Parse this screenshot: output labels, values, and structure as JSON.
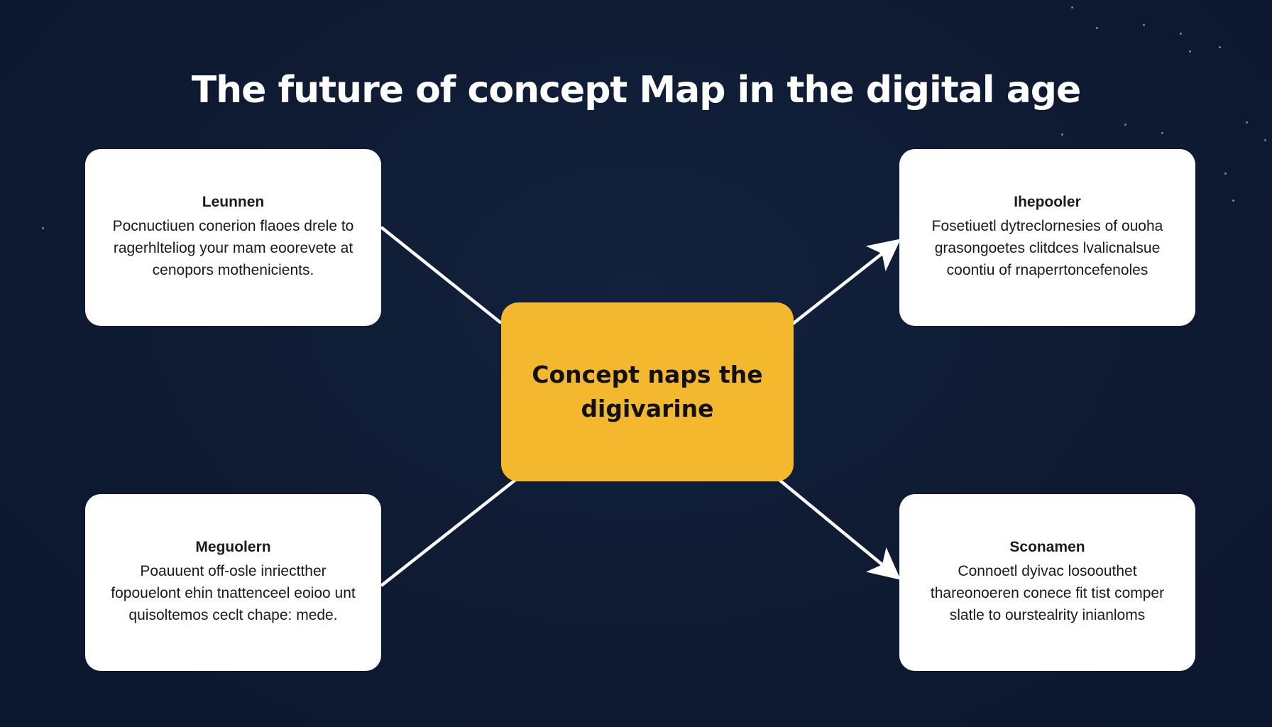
{
  "title": "The future of concept Map in the digital age",
  "center": {
    "label": "Concept naps the digivarine",
    "color": "#f4b82f"
  },
  "nodes": [
    {
      "id": "top-left",
      "title": "Leunnen",
      "body": "Pocnuctiuen conerion flaoes drele to ragerhlteliog your mam eoorevete at cenopors mothenicients."
    },
    {
      "id": "top-right",
      "title": "Ihepooler",
      "body": "Fosetiuetl dytreclornesies of ouoha grasongoetes clitdces lvalicnalsue coontiu of rnaperrtoncefenoles"
    },
    {
      "id": "bottom-left",
      "title": "Meguolern",
      "body": "Poauuent off-osle inriectther fopouelont ehin tnattenceel eoioo unt quisoltemos ceclt chape: mede."
    },
    {
      "id": "bottom-right",
      "title": "Sconamen",
      "body": "Connoetl dyivac losoouthet thareonoeren conece fit tist comper slatle to ourstealrity inianloms"
    }
  ],
  "connections": [
    {
      "from": "top-left",
      "to": "center",
      "arrow": false
    },
    {
      "from": "center",
      "to": "top-right",
      "arrow": true
    },
    {
      "from": "bottom-left",
      "to": "center",
      "arrow": false
    },
    {
      "from": "center",
      "to": "bottom-right",
      "arrow": true
    }
  ],
  "colors": {
    "background": "#0f1b33",
    "node": "#ffffff",
    "connector": "#ffffff",
    "accent": "#f4b82f"
  }
}
